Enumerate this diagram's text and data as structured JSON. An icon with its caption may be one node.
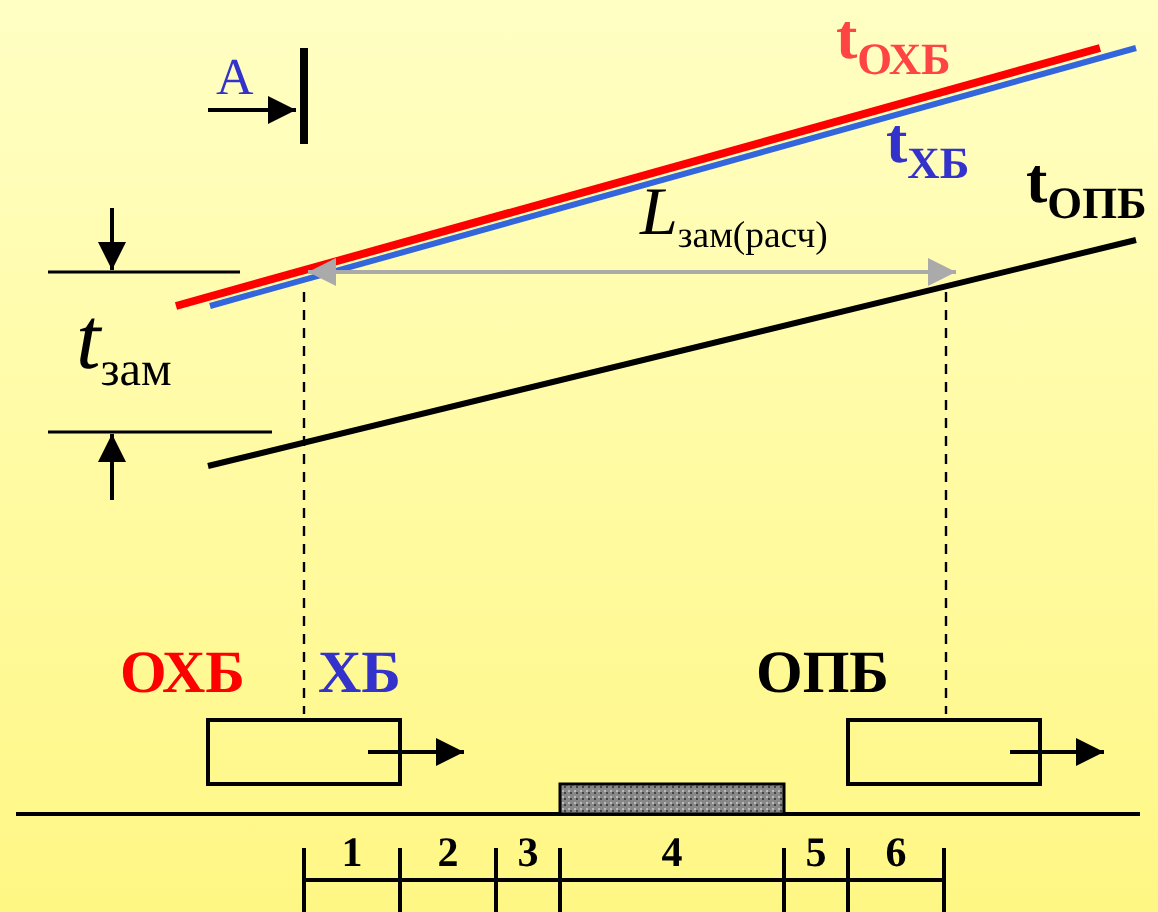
{
  "diagram": {
    "labels": [
      "A",
      "t$_{ОХБ}$",
      "t$_{ХБ}$",
      "t$_{ОПБ}$",
      "L$_{зам(расч)}$",
      "t$_{зам}$",
      "ОХБ",
      "ХБ",
      "ОПБ",
      "1",
      "2",
      "3",
      "4",
      "5",
      "6"
    ]
  }
}
